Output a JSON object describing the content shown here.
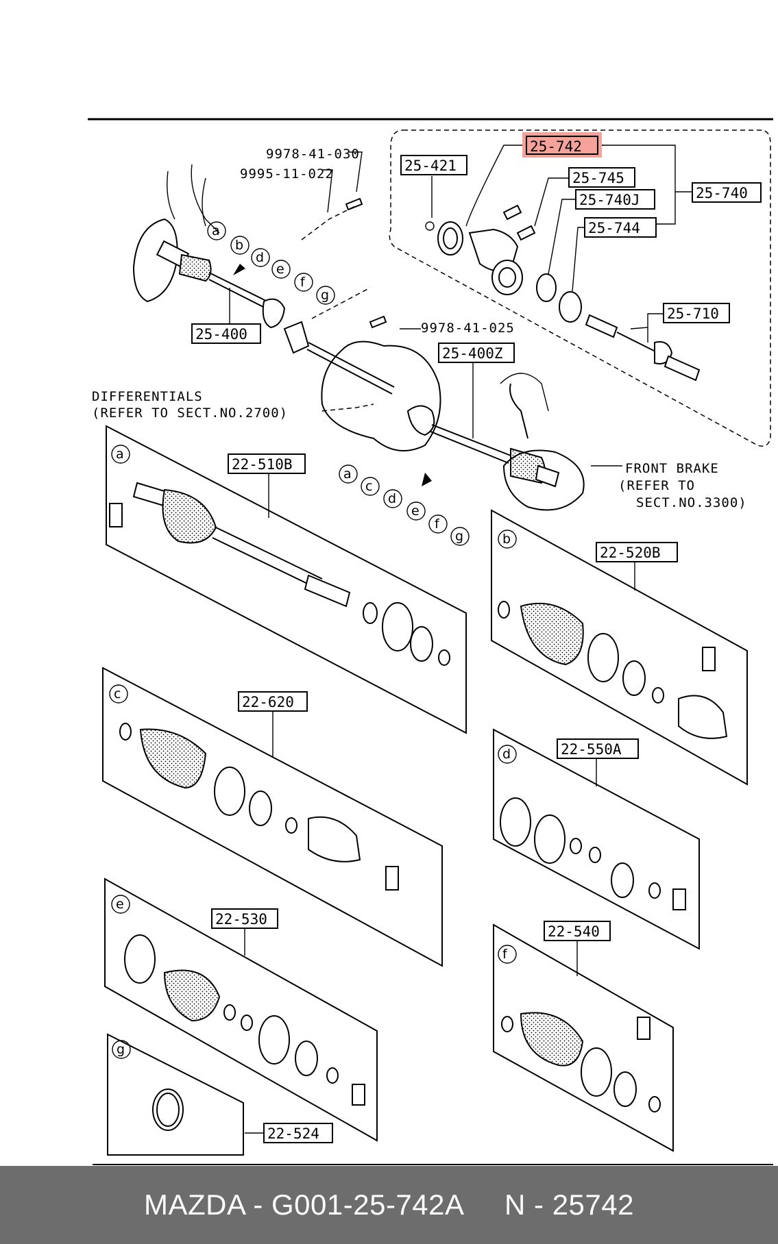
{
  "colors": {
    "highlight": "#f28b82",
    "footer_bg": "#6d6d6d",
    "footer_text": "#ffffff"
  },
  "labels": {
    "p25742": "25-742",
    "p25421": "25-421",
    "p25745": "25-745",
    "p25740J": "25-740J",
    "p25740": "25-740",
    "p25744": "25-744",
    "p25710": "25-710",
    "p25400": "25-400",
    "p25400Z": "25-400Z",
    "p22510B": "22-510B",
    "p22520B": "22-520B",
    "p22620": "22-620",
    "p22550A": "22-550A",
    "p22530": "22-530",
    "p22540": "22-540",
    "p22524": "22-524"
  },
  "bolt_numbers": {
    "b1": "9978-41-030",
    "b2": "9995-11-022",
    "b3": "9978-41-025"
  },
  "notes": {
    "diff_line1": "DIFFERENTIALS",
    "diff_line2": "(REFER TO SECT.NO.2700)",
    "brake_line1": "FRONT BRAKE",
    "brake_line2": "(REFER TO",
    "brake_line3": "SECT.NO.3300)"
  },
  "panel_letters": {
    "a": "a",
    "b": "b",
    "c": "c",
    "d": "d",
    "e": "e",
    "f": "f",
    "g": "g"
  },
  "footer": {
    "text": "MAZDA - G001-25-742A     N - 25742"
  }
}
